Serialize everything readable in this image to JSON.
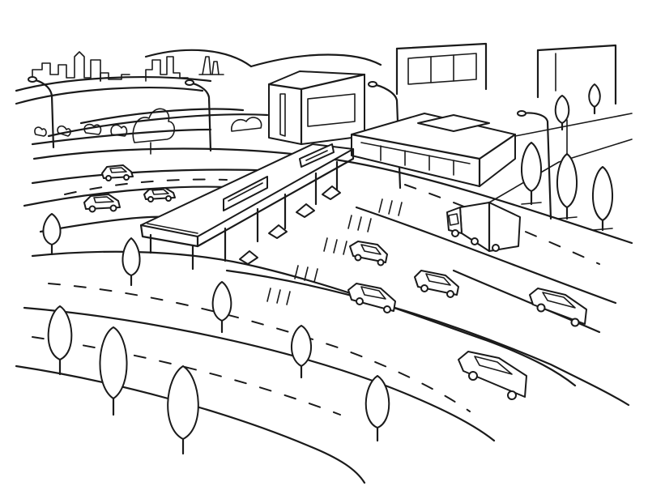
{
  "image": {
    "style": "hand-drawn black line sketch on white",
    "colors": {
      "background": "#ffffff",
      "ink": "#1a1a1a"
    }
  },
  "scene": {
    "elements": [
      "city-skyline",
      "factory-chimneys",
      "hills",
      "street-lamps",
      "bushes",
      "buildings",
      "pedestrian-overpass",
      "multi-lane-highway",
      "cars",
      "truck",
      "trees",
      "warning-chevrons"
    ],
    "counts": {
      "cars": 8,
      "trucks": 1,
      "trees": 12,
      "street_lamps": 5
    }
  }
}
